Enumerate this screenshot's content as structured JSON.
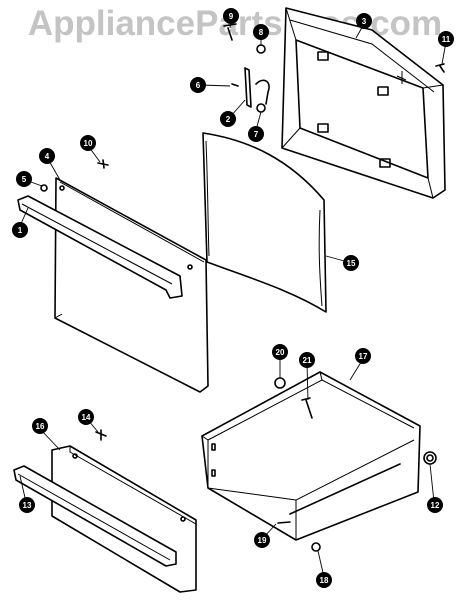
{
  "watermark": "AppliancePartsPros.com",
  "callouts": [
    {
      "id": "c1",
      "label": "1"
    },
    {
      "id": "c2",
      "label": "2"
    },
    {
      "id": "c3",
      "label": "3"
    },
    {
      "id": "c4",
      "label": "4"
    },
    {
      "id": "c5",
      "label": "5"
    },
    {
      "id": "c6",
      "label": "6"
    },
    {
      "id": "c7",
      "label": "7"
    },
    {
      "id": "c8",
      "label": "8"
    },
    {
      "id": "c9",
      "label": "9"
    },
    {
      "id": "c10",
      "label": "10"
    },
    {
      "id": "c11",
      "label": "11"
    },
    {
      "id": "c12",
      "label": "12"
    },
    {
      "id": "c13",
      "label": "13"
    },
    {
      "id": "c14",
      "label": "14"
    },
    {
      "id": "c15",
      "label": "15"
    },
    {
      "id": "c16",
      "label": "16"
    },
    {
      "id": "c17",
      "label": "17"
    },
    {
      "id": "c18",
      "label": "18"
    },
    {
      "id": "c19",
      "label": "19"
    },
    {
      "id": "c20",
      "label": "20"
    },
    {
      "id": "c21",
      "label": "21"
    }
  ]
}
